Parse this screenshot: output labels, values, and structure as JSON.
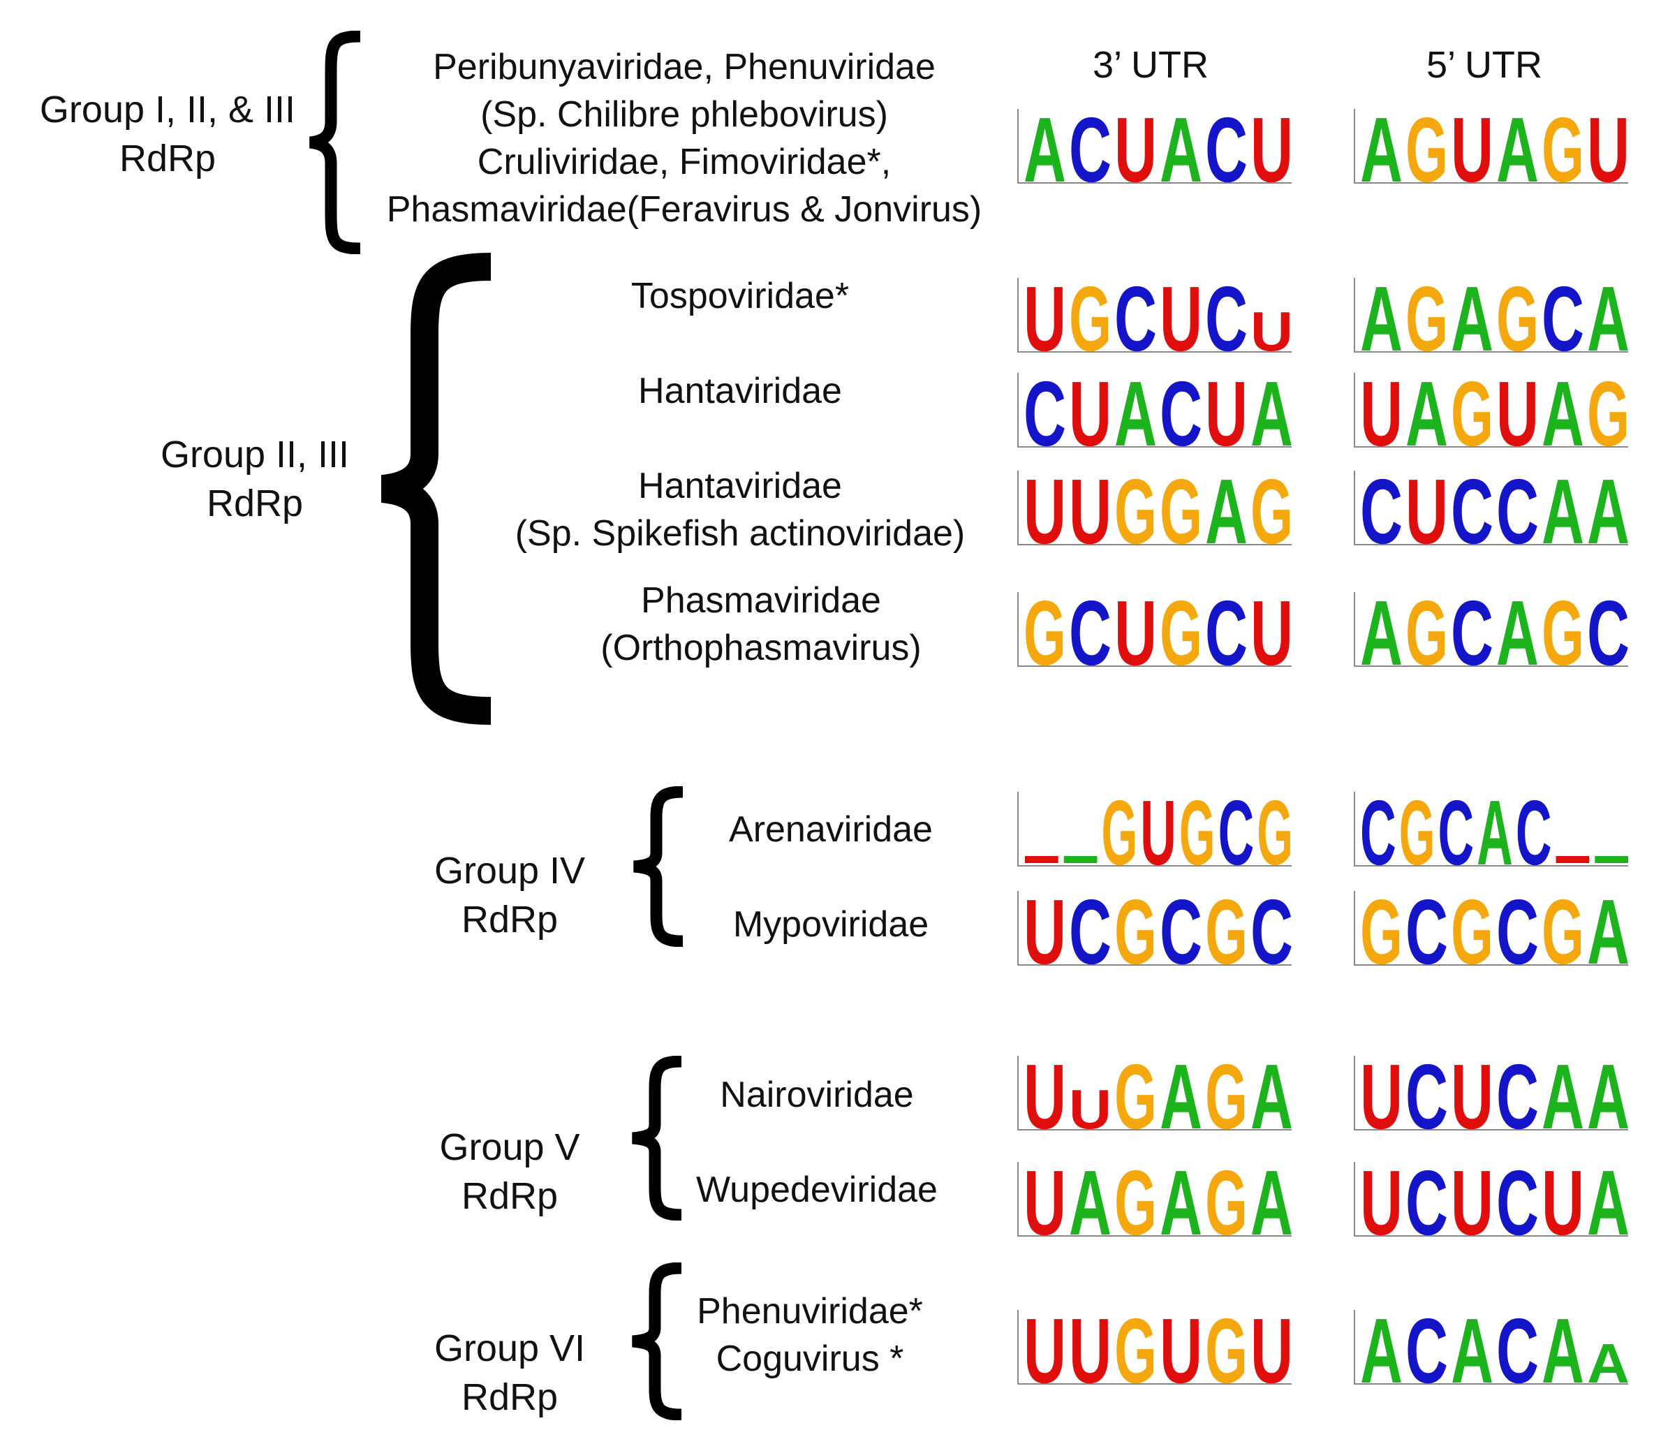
{
  "columns": {
    "utr3": "3’ UTR",
    "utr5": "5’ UTR"
  },
  "nucleotide_colors": {
    "A": "#1db31d",
    "C": "#1414c8",
    "G": "#f5a80e",
    "U": "#e00d0d"
  },
  "groups": [
    {
      "lines": [
        "Group I, II, & III",
        "RdRp"
      ]
    },
    {
      "lines": [
        "Group II, III",
        "RdRp"
      ]
    },
    {
      "lines": [
        "Group IV",
        "RdRp"
      ]
    },
    {
      "lines": [
        "Group V",
        "RdRp"
      ]
    },
    {
      "lines": [
        "Group VI",
        "RdRp"
      ]
    }
  ],
  "rows": [
    {
      "lines": [
        "Peribunyaviridae, Phenuviridae",
        "(Sp. Chilibre phlebovirus)",
        "Cruliviridae, Fimoviridae*,",
        "Phasmaviridae(Feravirus & Jonvirus)"
      ],
      "utr3": "ACUACU",
      "utr5": "AGUAGU"
    },
    {
      "lines": [
        "Tospoviridae*"
      ],
      "utr3": "UGCUCu",
      "utr5": "AGAGCA"
    },
    {
      "lines": [
        "Hantaviridae"
      ],
      "utr3": "CUACUA",
      "utr5": "UAGUAG"
    },
    {
      "lines": [
        "Hantaviridae",
        "(Sp. Spikefish actinoviridae)"
      ],
      "utr3": "UUGGAG",
      "utr5": "CUCCAA"
    },
    {
      "lines": [
        "Phasmaviridae",
        "(Orthophasmavirus)"
      ],
      "utr3": "GCUGCU",
      "utr5": "AGCAGC"
    },
    {
      "lines": [
        "Arenaviridae"
      ],
      "utr3": "..GUGCG",
      "utr5": "CGCAC.."
    },
    {
      "lines": [
        "Mypoviridae"
      ],
      "utr3": "UCGCGC",
      "utr5": "GCGCGA"
    },
    {
      "lines": [
        "Nairoviridae"
      ],
      "utr3": "UuGAGA",
      "utr5": "UCUCAA"
    },
    {
      "lines": [
        "Wupedeviridae"
      ],
      "utr3": "UAGAGA",
      "utr5": "UCUCUA"
    },
    {
      "lines": [
        "Phenuviridae*",
        "Coguvirus *"
      ],
      "utr3": "UUGUGU",
      "utr5": "ACACAa"
    }
  ]
}
